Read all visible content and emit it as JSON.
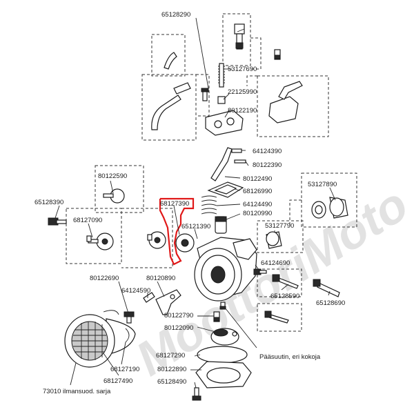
{
  "watermark": "MoottoriMoto",
  "parts": {
    "p65128290": "65128290",
    "p53127690": "53127690",
    "p22125990": "22125990",
    "p80122190": "80122190",
    "p64124390": "64124390",
    "p80122390": "80122390",
    "p80122490": "80122490",
    "p68126990": "68126990",
    "p64124490": "64124490",
    "p80120990": "80120990",
    "p80122590": "80122590",
    "p53127890": "53127890",
    "p65128390": "65128390",
    "p68127390": "68127390",
    "p68127090": "68127090",
    "p65121390": "65121390",
    "p53127790": "53127790",
    "p64124690": "64124690",
    "p80122690": "80122690",
    "p80120890": "80120890",
    "p64124590": "64124590",
    "p65128590": "65128590",
    "p65128690": "65128690",
    "p80122790": "80122790",
    "p80122090": "80122090",
    "p68127290": "68127290",
    "p80122890": "80122890",
    "p65128490": "65128490",
    "p68127190": "68127190",
    "p68127490": "68127490"
  },
  "captions": {
    "main_jet": "Pääsuutin, eri kokoja",
    "filter_set": "73010 ilmansuod. sarja"
  },
  "highlight_color": "#e01818"
}
